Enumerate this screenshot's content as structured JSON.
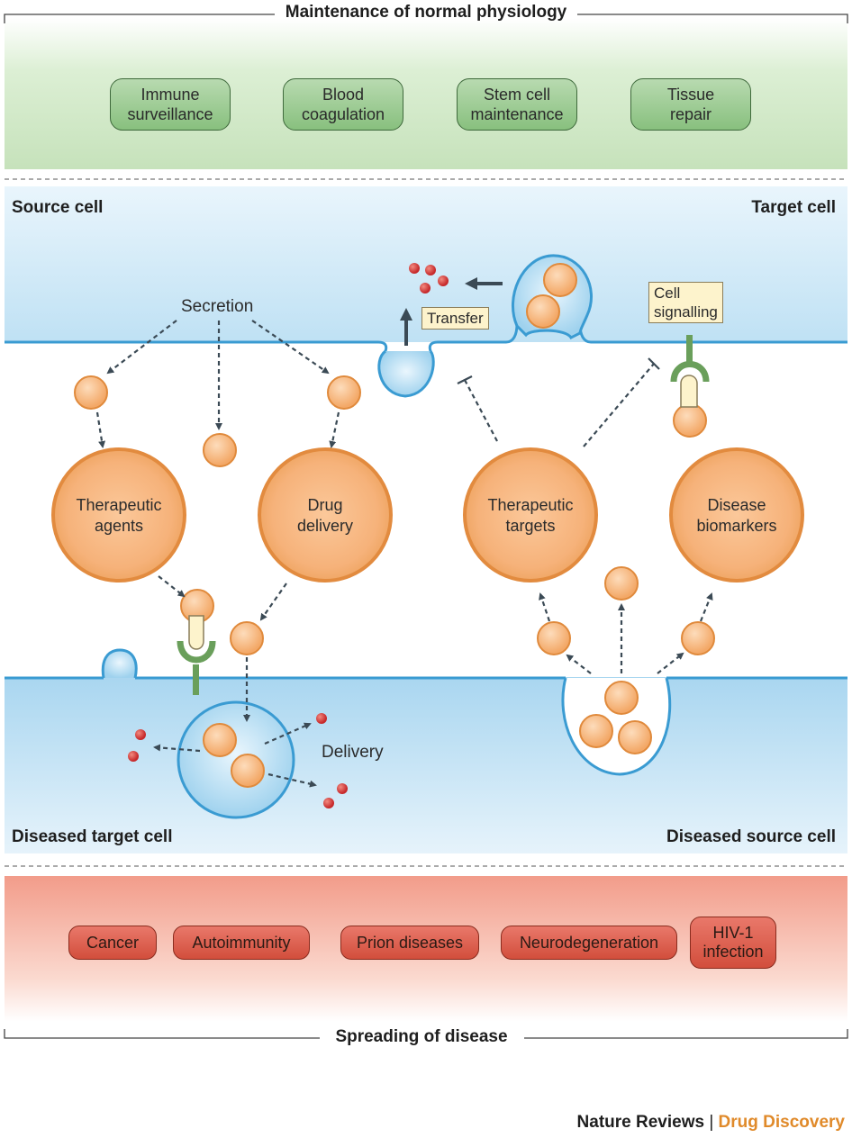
{
  "header": {
    "top_title": "Maintenance of normal physiology",
    "bottom_title": "Spreading of disease"
  },
  "physiology": [
    {
      "label": "Immune\nsurveillance"
    },
    {
      "label": "Blood\ncoagulation"
    },
    {
      "label": "Stem cell\nmaintenance"
    },
    {
      "label": "Tissue\nrepair"
    }
  ],
  "cells": {
    "source": "Source cell",
    "target": "Target cell",
    "diseased_target": "Diseased target cell",
    "diseased_source": "Diseased source cell"
  },
  "processes": {
    "secretion": "Secretion",
    "transfer": "Transfer",
    "cell_signalling": "Cell\nsignalling",
    "delivery": "Delivery"
  },
  "applications": [
    {
      "label": "Therapeutic\nagents"
    },
    {
      "label": "Drug\ndelivery"
    },
    {
      "label": "Therapeutic\ntargets"
    },
    {
      "label": "Disease\nbiomarkers"
    }
  ],
  "diseases": [
    {
      "label": "Cancer"
    },
    {
      "label": "Autoimmunity"
    },
    {
      "label": "Prion diseases"
    },
    {
      "label": "Neurodegeneration"
    },
    {
      "label": "HIV-1\ninfection"
    }
  ],
  "footer": {
    "journal": "Nature Reviews",
    "separator": "|",
    "subjournal": "Drug Discovery"
  },
  "colors": {
    "physiology_fill": "#cfe6c4",
    "membrane_blue": "#4aa3d6",
    "cell_blue": "#bfe0f3",
    "vesicle_orange": "#f0a766",
    "disease_red": "#d9503e",
    "journal_orange": "#e08a2a"
  }
}
